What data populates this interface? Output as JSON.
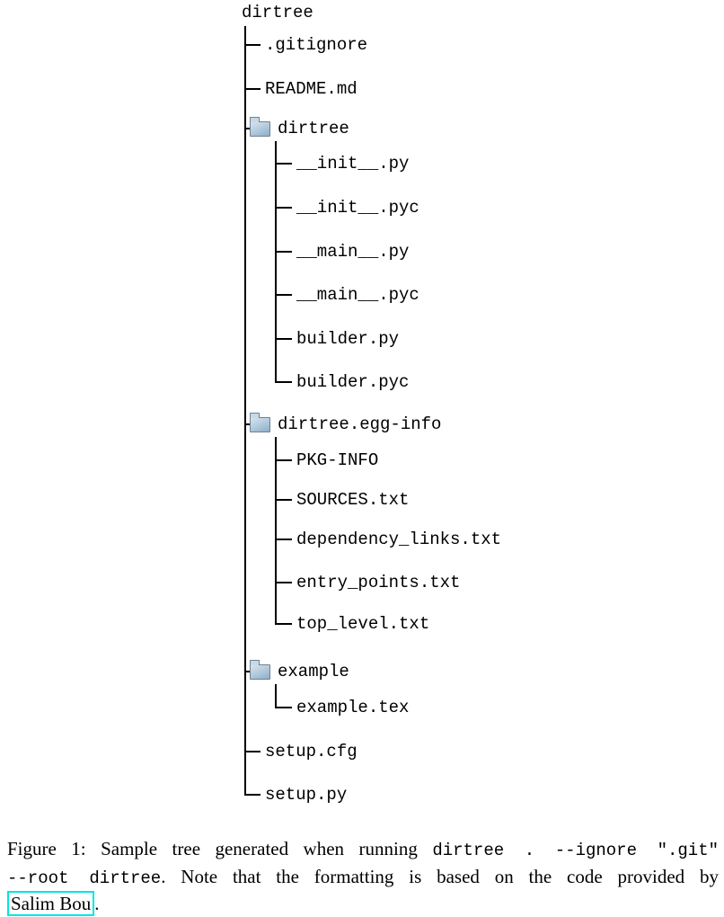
{
  "figure": {
    "root_label": "dirtree",
    "rows": [
      {
        "label": ".gitignore",
        "type": "file",
        "level": 1
      },
      {
        "label": "README.md",
        "type": "file",
        "level": 1
      },
      {
        "label": "dirtree",
        "type": "folder",
        "level": 1
      },
      {
        "label": "__init__.py",
        "type": "file",
        "level": 2
      },
      {
        "label": "__init__.pyc",
        "type": "file",
        "level": 2
      },
      {
        "label": "__main__.py",
        "type": "file",
        "level": 2
      },
      {
        "label": "__main__.pyc",
        "type": "file",
        "level": 2
      },
      {
        "label": "builder.py",
        "type": "file",
        "level": 2
      },
      {
        "label": "builder.pyc",
        "type": "file",
        "level": 2
      },
      {
        "label": "dirtree.egg-info",
        "type": "folder",
        "level": 1
      },
      {
        "label": "PKG-INFO",
        "type": "file",
        "level": 2
      },
      {
        "label": "SOURCES.txt",
        "type": "file",
        "level": 2
      },
      {
        "label": "dependency_links.txt",
        "type": "file",
        "level": 2
      },
      {
        "label": "entry_points.txt",
        "type": "file",
        "level": 2
      },
      {
        "label": "top_level.txt",
        "type": "file",
        "level": 2
      },
      {
        "label": "example",
        "type": "folder",
        "level": 1
      },
      {
        "label": "example.tex",
        "type": "file",
        "level": 2
      },
      {
        "label": "setup.cfg",
        "type": "file",
        "level": 1
      },
      {
        "label": "setup.py",
        "type": "file",
        "level": 1
      }
    ]
  },
  "caption": {
    "line1_serif": "Figure 1: Sample tree generated when running",
    "line1_mono": "dirtree . --ignore \".git\"",
    "line2_mono": "--root dirtree",
    "line2_serif": ". Note that the formatting is based on the code provided by",
    "link_text": "Salim Bou",
    "line3_suffix": "."
  },
  "colors": {
    "folder_top": "#d7e4ef",
    "folder_bottom": "#8cafca",
    "folder_border": "#708090",
    "link_border": "#00e5e5",
    "tree_line": "#000000"
  }
}
